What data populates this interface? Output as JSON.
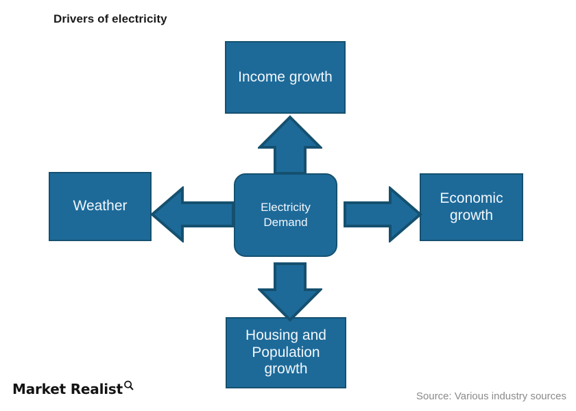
{
  "figure": {
    "title": "Drivers of electricity",
    "type": "diagram",
    "layout": "central-hub-with-four-arrows",
    "background_color": "#ffffff"
  },
  "theme": {
    "node_fill": "#1d6a99",
    "node_border": "#15506f",
    "node_text": "#f2f7fb",
    "arrow_fill": "#1d6a99",
    "arrow_border": "#15506f",
    "title_color": "#1a1a1a",
    "source_color": "#8a8a8a"
  },
  "center_node": {
    "label": "Electricity\nDemand",
    "shape": "rounded-rectangle"
  },
  "nodes": [
    {
      "id": "income",
      "label": "Income growth",
      "position": "top",
      "shape": "rectangle"
    },
    {
      "id": "weather",
      "label": "Weather",
      "position": "left",
      "shape": "rectangle"
    },
    {
      "id": "economic",
      "label": "Economic\ngrowth",
      "position": "right",
      "shape": "rectangle"
    },
    {
      "id": "housing",
      "label": "Housing and\nPopulation\ngrowth",
      "position": "bottom",
      "shape": "rectangle"
    }
  ],
  "arrows": [
    {
      "id": "arrow-up",
      "direction": "up",
      "from": "Electricity Demand",
      "to": "Income growth"
    },
    {
      "id": "arrow-left",
      "direction": "left",
      "from": "Electricity Demand",
      "to": "Weather"
    },
    {
      "id": "arrow-right",
      "direction": "right",
      "from": "Electricity Demand",
      "to": "Economic growth"
    },
    {
      "id": "arrow-down",
      "direction": "down",
      "from": "Electricity Demand",
      "to": "Housing and Population growth"
    }
  ],
  "footer": {
    "brand": "Market Realist",
    "brand_icon": "magnifier-q-icon",
    "source": "Source: Various industry sources"
  }
}
